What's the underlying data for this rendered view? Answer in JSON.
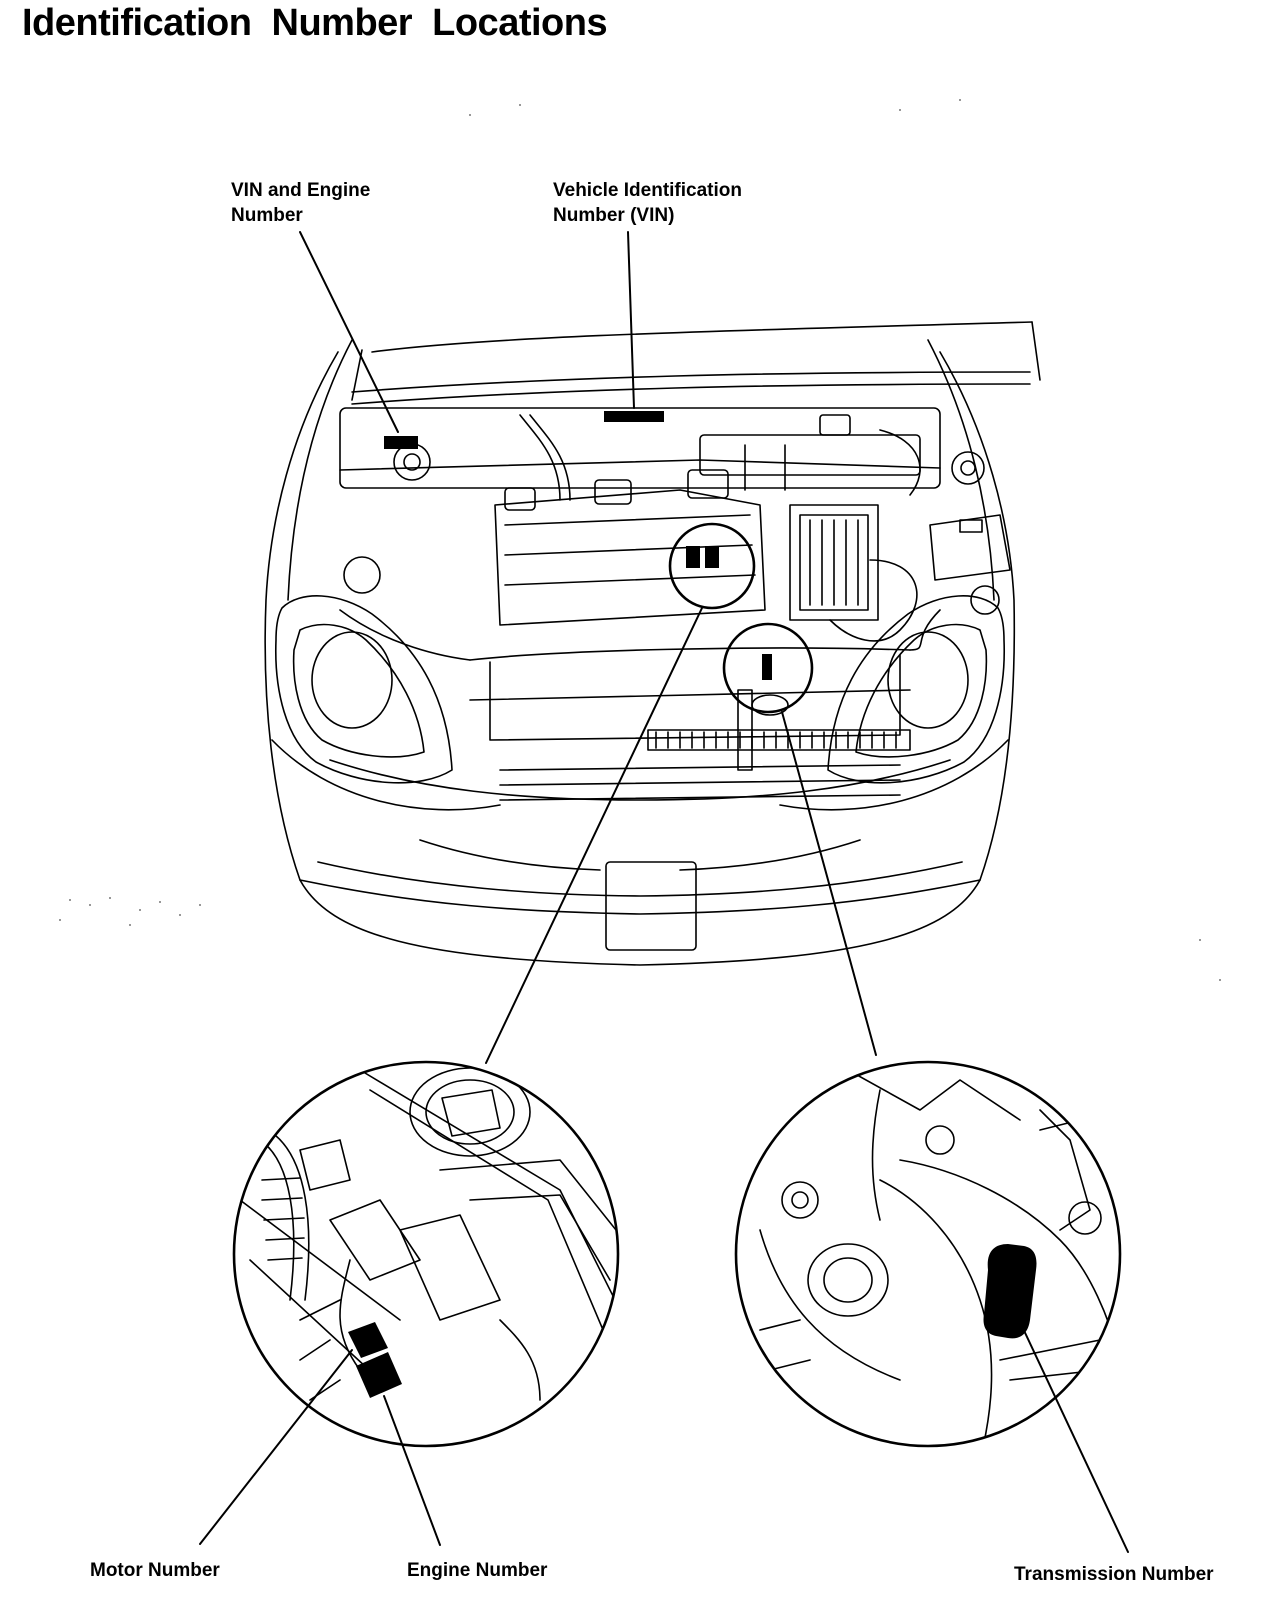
{
  "title": "Identification  Number  Locations",
  "callouts": {
    "vin_engine_line1": "VIN and Engine",
    "vin_engine_line2": "Number",
    "vin_line1": "Vehicle Identification",
    "vin_line2": "Number (VIN)",
    "motor": "Motor Number",
    "engine": "Engine Number",
    "transmission": "Transmission Number"
  },
  "colors": {
    "ink": "#000000",
    "paper": "#ffffff"
  }
}
